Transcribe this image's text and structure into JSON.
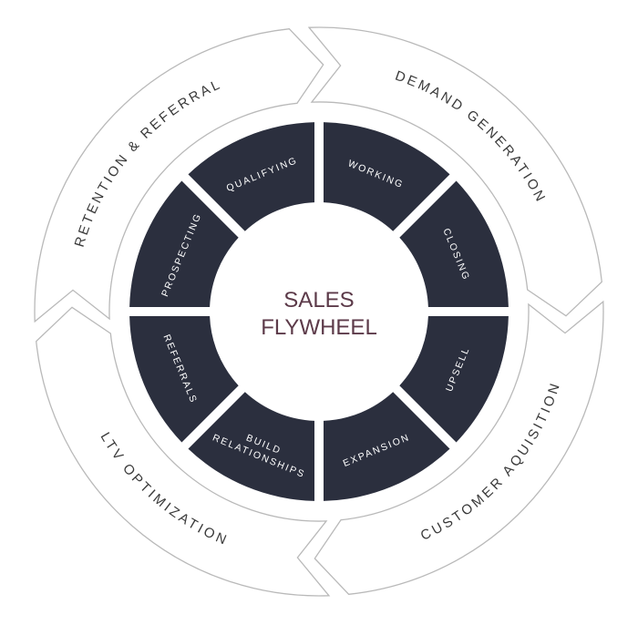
{
  "colors": {
    "segment_fill": "#2b2f3e",
    "segment_text": "#ffffff",
    "outer_stroke": "#b9b9b9",
    "outer_text": "#3a3a3a",
    "center_text": "#5c3a49"
  },
  "center": {
    "line1": "SALES",
    "line2": "FLYWHEEL"
  },
  "outer_stages": [
    {
      "label": "DEMAND GENERATION"
    },
    {
      "label": "CUSTOMER AQUISITION"
    },
    {
      "label": "LTV OPTIMIZATION"
    },
    {
      "label": "RETENTION & REFERRAL"
    }
  ],
  "inner_segments": [
    {
      "lines": [
        "QUALIFYING"
      ]
    },
    {
      "lines": [
        "WORKING"
      ]
    },
    {
      "lines": [
        "CLOSING"
      ]
    },
    {
      "lines": [
        "UPSELL"
      ]
    },
    {
      "lines": [
        "EXPANSION"
      ]
    },
    {
      "lines": [
        "BUILD",
        "RELATIONSHIPS"
      ]
    },
    {
      "lines": [
        "REFERRALS"
      ]
    },
    {
      "lines": [
        "PROSPECTING"
      ]
    }
  ]
}
